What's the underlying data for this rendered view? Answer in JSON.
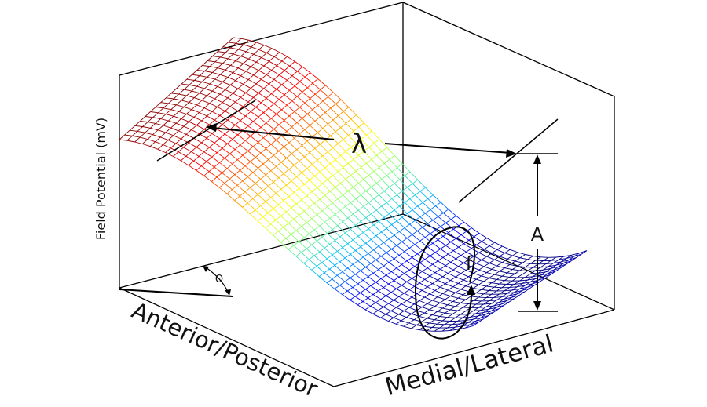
{
  "labels": {
    "y_axis": "Field Potential (mV)",
    "ap_axis": "Anterior/Posterior",
    "ml_axis": "Medial/Lateral",
    "wavelength": "λ",
    "amplitude": "A",
    "frequency": "f",
    "angle": "Θ"
  },
  "colors": {
    "surface_gradient": [
      "#00007f",
      "#0000ff",
      "#00bfff",
      "#7fff7f",
      "#ffff00",
      "#ff7f00",
      "#ff0000",
      "#8b0000"
    ],
    "lines": "#000000"
  }
}
